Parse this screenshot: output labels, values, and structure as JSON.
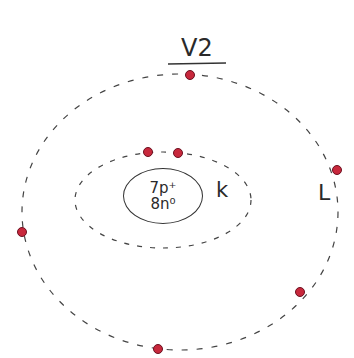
{
  "diagram": {
    "title": "V2",
    "nodes": [
      {
        "text": [
          "7p⁺",
          "8n⁰"
        ]
      }
    ],
    "labels": [
      "k",
      "L"
    ]
  }
}
